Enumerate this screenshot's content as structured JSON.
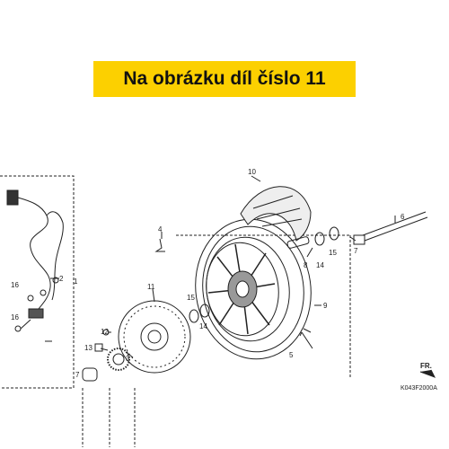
{
  "banner": {
    "text": "Na obrázku díl číslo 11"
  },
  "diagram": {
    "code": "K043F2000A",
    "direction": "FR.",
    "callouts": [
      "1",
      "2",
      "3",
      "4",
      "5",
      "6",
      "7",
      "7",
      "8",
      "9",
      "10",
      "11",
      "12",
      "13",
      "14",
      "14",
      "15",
      "15",
      "16",
      "16"
    ]
  },
  "colors": {
    "banner_bg": "#fcd000",
    "line": "#222222"
  }
}
